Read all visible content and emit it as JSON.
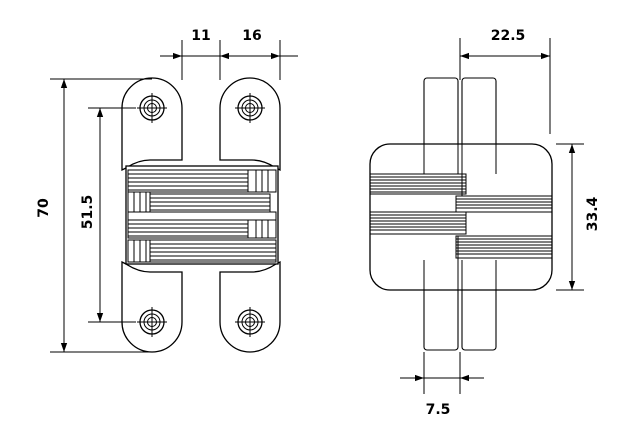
{
  "front_view": {
    "dim_left_width": "11",
    "dim_right_width": "16",
    "dim_overall_height": "70",
    "dim_screw_spacing": "51.5"
  },
  "side_view": {
    "dim_width": "22.5",
    "dim_body_height": "33.4",
    "dim_fin_width": "7.5"
  }
}
